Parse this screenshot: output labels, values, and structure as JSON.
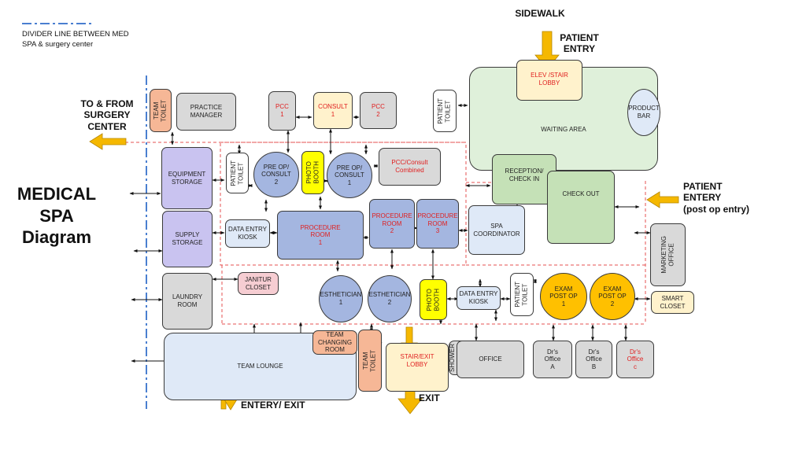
{
  "colors": {
    "gray": "#d9d9d9",
    "lavender": "#c9c3f0",
    "blue": "#a4b6e0",
    "light_blue": "#dfe9f7",
    "light_green": "#dff0da",
    "green": "#c5e1b7",
    "yellow": "#ffff00",
    "gold": "#ffc000",
    "orange": "#f6b796",
    "pink": "#f6cdd2",
    "cream": "#fff2cc",
    "white": "#ffffff",
    "red_text": "#e02020",
    "black_text": "#222222",
    "arrow_gold": "#f5b800",
    "dashed_red": "#e55050",
    "divider_blue": "#4a7fd0"
  },
  "legend": {
    "text": "DIVIDER LINE BETWEEN MED\nSPA & surgery center"
  },
  "labels": {
    "title": "MEDICAL\nSPA\nDiagram",
    "sidewalk": "SIDEWALK",
    "patient_entry": "PATIENT\nENTRY",
    "surgery_center": "TO & FROM\nSURGERY\nCENTER",
    "post_op_entry": "PATIENT\nENTERY\n(post op entry)",
    "staff_entry": "STAFF\nENTERY/ EXIT",
    "exit": "EXIT"
  },
  "rooms": {
    "team_toilet_top": "TEAM\nTOILET",
    "practice_manager": "PRACTICE\nMANAGER",
    "pcc_1": "PCC\n1",
    "consult_1": "CONSULT\n1",
    "pcc_2": "PCC\n2",
    "patient_toilet_top": "PATIENT\nTOILET",
    "waiting_area": "WAITING AREA",
    "elev_stair_lobby": "ELEV /STAIR\nLOBBY",
    "product_bar": "PRODUCT\nBAR",
    "equipment_storage": "EQUIPMENT\nSTORAGE",
    "patient_toilet_mid": "PATIENT\nTOILET",
    "pre_op_consult_2": "PRE OP/\nCONSULT\n2",
    "photo_booth_top": "PHOTO\nBOOTH",
    "pre_op_consult_1": "PRE OP/\nCONSULT\n1",
    "pcc_consult_combined": "PCC/Consult\nCombined",
    "reception_check_in": "RECEPTION/\nCHECK IN",
    "check_out": "CHECK OUT",
    "supply_storage": "SUPPLY\nSTORAGE",
    "data_entry_kiosk_left": "DATA ENTRY\nKIOSK",
    "procedure_room_1": "PROCEDURE\nROOM\n1",
    "procedure_room_2": "PROCEDURE\nROOM\n2",
    "procedure_room_3": "PROCEDURE\nROOM\n3",
    "spa_coordinator": "SPA\nCOORDINATOR",
    "marketing_office": "MARKETING\nOFFICE",
    "laundry_room": "LAUNDRY\nROOM",
    "janitur_closet": "JANITUR\nCLOSET",
    "esthetician_1": "ESTHETICIAN\n1",
    "esthetician_2": "ESTHETICIAN\n2",
    "photo_booth_bottom": "PHOTO\nBOOTH",
    "data_entry_kiosk_right": "DATA ENTRY\nKIOSK",
    "patient_toilet_right": "PATIENT\nTOILET",
    "exam_post_op_1": "EXAM\nPOST OP\n1",
    "exam_post_op_2": "EXAM\nPOST OP\n2",
    "smart_closet": "SMART\nCLOSET",
    "team_lounge": "TEAM LOUNGE",
    "team_changing_room": "TEAM\nCHANGING\nROOM",
    "team_toilet_bottom": "TEAM\nTOILET",
    "stair_exit_lobby": "STAIR/EXIT\nLOBBY",
    "shower_toilet": "SHOWER &\nTOILET",
    "office": "OFFICE",
    "drs_office_a": "Dr's\nOffice\nA",
    "drs_office_b": "Dr's\nOffice\nB",
    "drs_office_c": "Dr's\nOffice\nc"
  }
}
